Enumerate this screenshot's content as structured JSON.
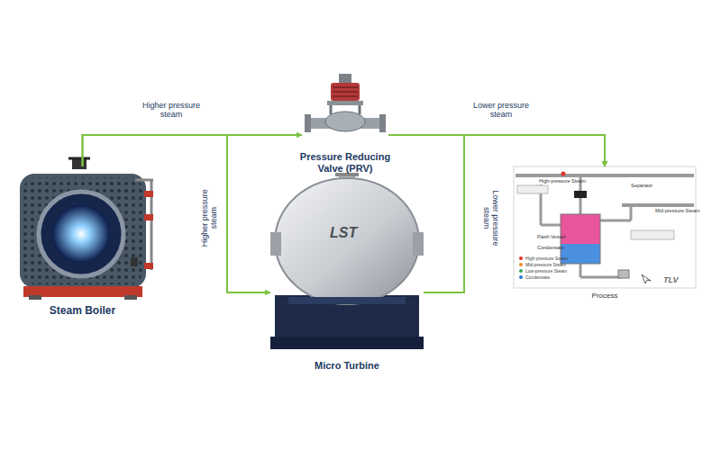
{
  "diagram": {
    "nodes": [
      {
        "text": [
          "Steam Boiler"
        ]
      },
      {
        "text": [
          "Pressure Reducing Valve (PRV)"
        ]
      },
      {
        "text": [
          "Micro Turbine"
        ]
      },
      {
        "text": [
          "Process"
        ]
      }
    ],
    "edges": [
      {
        "from": 0,
        "to": 1,
        "label": "Higher pressure steam",
        "arrow": "to"
      },
      {
        "from": 1,
        "to": 3,
        "label": "Lower pressure steam",
        "arrow": "to"
      },
      {
        "from": 0,
        "to": 2,
        "label": "Higher pressure steam",
        "arrow": "to"
      },
      {
        "from": 2,
        "to": 3,
        "label": "Lower pressure steam",
        "arrow": "to"
      }
    ],
    "labels": [
      "LST",
      "High-pressure Steam",
      "Separator",
      "Mid-pressure Steam",
      "Flash Vessel",
      "Condensate",
      "TLV"
    ],
    "legend": [
      {
        "text": "High-pressure Steam",
        "color": "#e03030"
      },
      {
        "text": "Mid-pressure Steam",
        "color": "#f08a24"
      },
      {
        "text": "Low-pressure Steam",
        "color": "#3aa655"
      },
      {
        "text": "Condensate",
        "color": "#2f6fd0"
      }
    ]
  }
}
